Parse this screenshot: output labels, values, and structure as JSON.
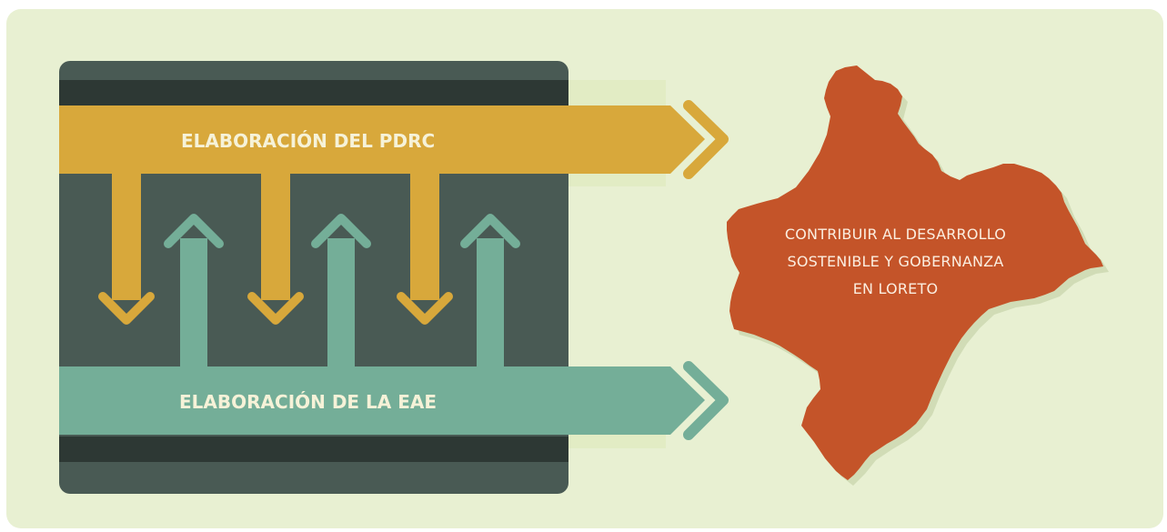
{
  "diagram": {
    "top_band_label": "ELABORACIÓN DEL PDRC",
    "bottom_band_label": "ELABORACIÓN DE LA EAE",
    "goal_text": {
      "line1": "CONTRIBUIR AL DESARROLLO",
      "line2": "SOSTENIBLE Y GOBERNANZA",
      "line3": "EN LORETO"
    }
  },
  "colors": {
    "background": "#e8f0d2",
    "panel": "#495a54",
    "panel_stripe": "#2d3834",
    "gold": "#d8a83b",
    "teal": "#74ae98",
    "map": "#c45429",
    "label_text": "#f6f2d8"
  }
}
